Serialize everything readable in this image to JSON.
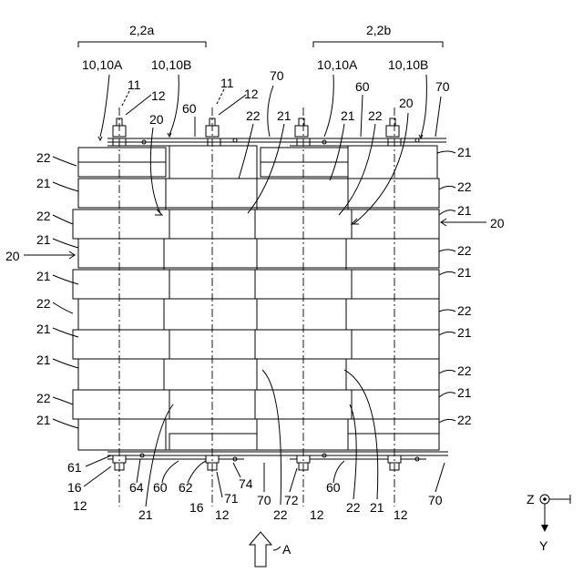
{
  "groups": {
    "left": "2,2a",
    "right": "2,2b"
  },
  "top_labels": {
    "l_10a": "10,10A",
    "l_10b": "10,10B",
    "r_10a": "10,10A",
    "r_10b": "10,10B",
    "l_11": "11",
    "l_12": "12",
    "m_11": "11",
    "m_12": "12",
    "t_70a": "70",
    "l_60": "60",
    "r_60": "60",
    "r_70": "70",
    "l_20": "20",
    "r_20": "20",
    "m_22": "22",
    "m_21": "21",
    "r_21": "21",
    "r_22": "22"
  },
  "left_side": [
    "22",
    "21",
    "22",
    "21",
    "21",
    "22",
    "21",
    "22",
    "21",
    "22",
    "21"
  ],
  "left_20": "20",
  "right_side": [
    "21",
    "22",
    "21",
    "22",
    "21",
    "22",
    "21",
    "22",
    "21",
    "22"
  ],
  "right_20": "20",
  "bottom_labels": {
    "b61": "61",
    "b16a": "16",
    "b12a": "12",
    "b64": "64",
    "b60a": "60",
    "b62": "62",
    "b74": "74",
    "b16b": "16",
    "b71": "71",
    "b12b": "12",
    "b70a": "70",
    "b72": "72",
    "b22a": "22",
    "b12c": "12",
    "b60b": "60",
    "b22b": "22",
    "b21b": "21",
    "b12d": "12",
    "b70b": "70",
    "b21a": "21"
  },
  "view": {
    "arrow_label": "A"
  },
  "axes": {
    "z": "Z",
    "y": "Y"
  }
}
